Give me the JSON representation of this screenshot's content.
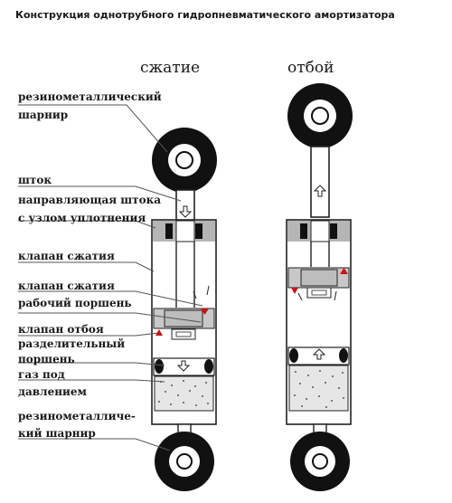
{
  "title": "Конструкция однотрубного гидропневматического амортизатора",
  "modes": {
    "compression": "сжатие",
    "rebound": "отбой"
  },
  "labels": {
    "bushing_top": [
      "резинометаллический",
      "шарнир"
    ],
    "rod": "шток",
    "rod_guide": [
      "направляющая штока",
      "с узлом уплотнения"
    ],
    "comp_valve_1": "клапан сжатия",
    "comp_valve_2": "клапан сжатия",
    "piston": "рабочий поршень",
    "rebound_valve": "клапан отбоя",
    "separator_piston": [
      "разделительный",
      "поршень"
    ],
    "gas": [
      "газ под",
      "давлением"
    ],
    "bushing_bottom": [
      "резинометалличе-",
      "кий шарнир"
    ]
  },
  "colors": {
    "ink": "#222222",
    "seal_gray": "#b5b5b5",
    "piston_gray": "#c8c8c8",
    "valve_red": "#cc1111",
    "gas_fill": "#d9d9d9",
    "pointer": "#555555"
  }
}
